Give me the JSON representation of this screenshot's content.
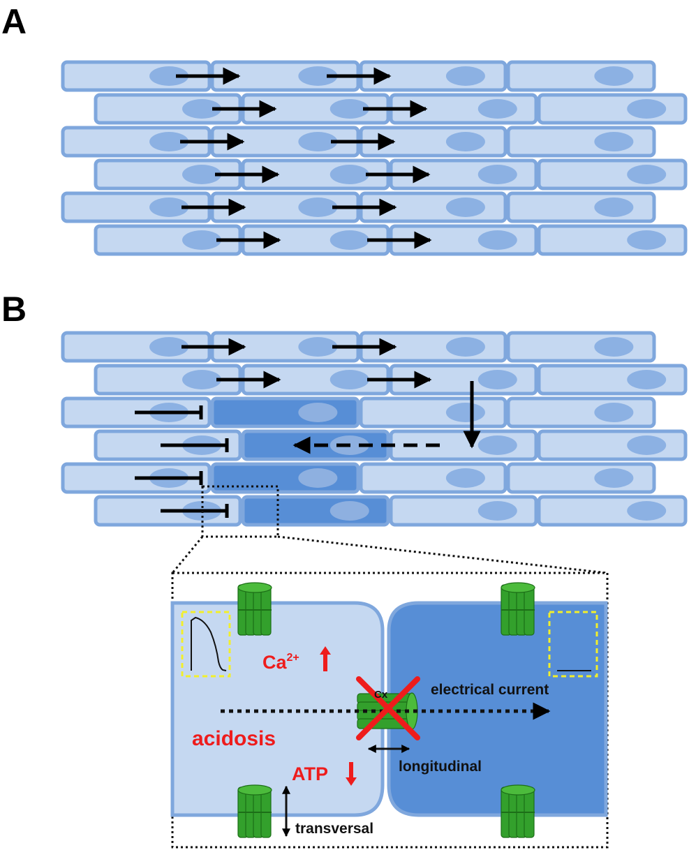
{
  "panels": {
    "a": "A",
    "b": "B"
  },
  "zoom_labels": {
    "cx": "Cx",
    "electrical_current": "electrical current",
    "longitudinal": "longitudinal",
    "transversal": "transversal",
    "acidosis": "acidosis",
    "ca_base": "Ca",
    "ca_sup": "2+",
    "atp": "ATP"
  },
  "colors": {
    "cell_light": "#c5d8f1",
    "cell_border": "#7fa7dd",
    "cell_dark": "#578ed6",
    "nucleus": "#8cb1e3",
    "nucleus_in_dark": "#8eb0e0",
    "arrow": "#000000",
    "connexin": "#33a02c",
    "connexin_dark": "#1c6e17",
    "highlight_box": "#f2ef2b",
    "red_text": "#ee1c1c"
  }
}
